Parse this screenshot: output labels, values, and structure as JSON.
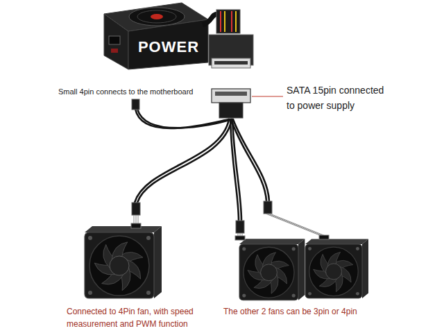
{
  "diagram": {
    "nodes": [
      {
        "text": [
          "POWER"
        ]
      }
    ],
    "labels": [
      "Small 4pin connects to the motherboard",
      "SATA 15pin connected to power supply",
      "Connected to 4Pin fan, with speed measurement and PWM function",
      "The other 2 fans can be 3pin or 4pin"
    ]
  }
}
